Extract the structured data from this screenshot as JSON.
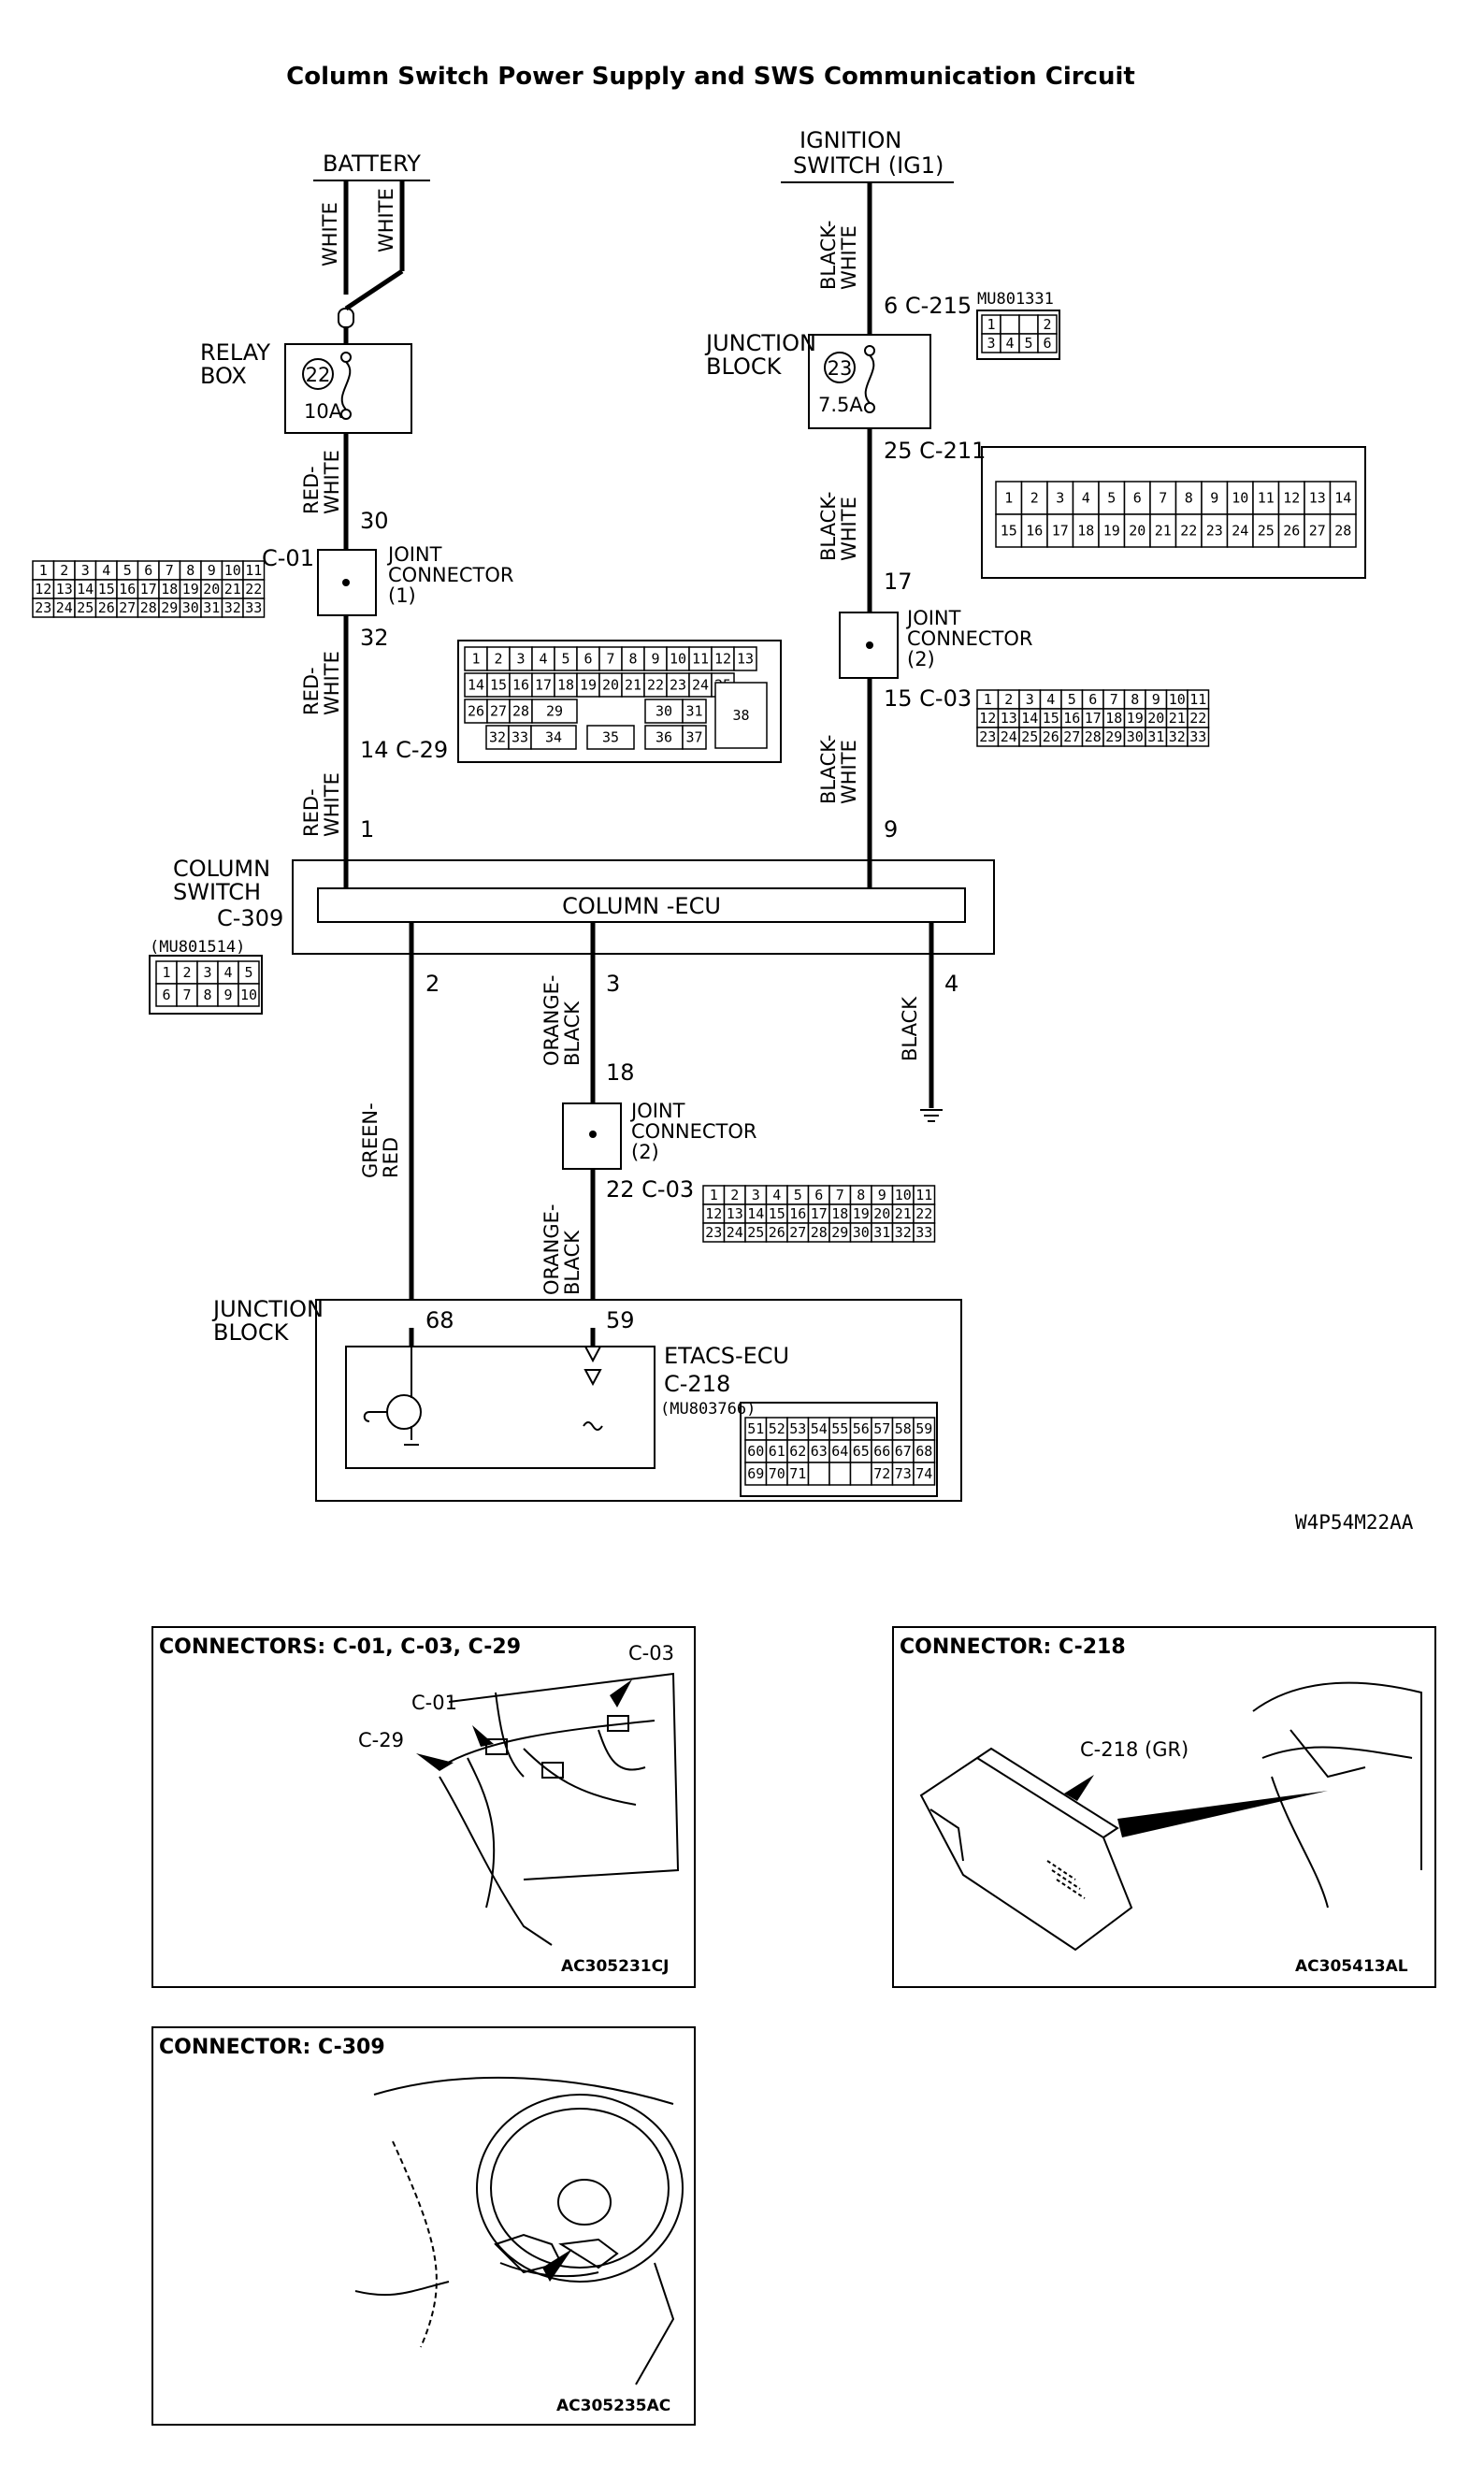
{
  "title": "Column Switch Power Supply and SWS Communication Circuit",
  "diagram_code": "W4P54M22AA",
  "sources": {
    "battery": "BATTERY",
    "ignition_line1": "IGNITION",
    "ignition_line2": "SWITCH (IG1)"
  },
  "wires": {
    "white_a": "WHITE",
    "white_b": "WHITE",
    "black_white_1": [
      "BLACK-",
      "WHITE"
    ],
    "red_white_1": [
      "RED-",
      "WHITE"
    ],
    "red_white_2": [
      "RED-",
      "WHITE"
    ],
    "red_white_3": [
      "RED-",
      "WHITE"
    ],
    "black_white_2": [
      "BLACK-",
      "WHITE"
    ],
    "black_white_3": [
      "BLACK-",
      "WHITE"
    ],
    "green_red": [
      "GREEN-",
      "RED"
    ],
    "orange_black_1": [
      "ORANGE-",
      "BLACK"
    ],
    "orange_black_2": [
      "ORANGE-",
      "BLACK"
    ],
    "black": "BLACK"
  },
  "relay_box": {
    "line1": "RELAY",
    "line2": "BOX",
    "fuse_no": "22",
    "rating": "10A"
  },
  "junction_block_top": {
    "line1": "JUNCTION",
    "line2": "BLOCK",
    "fuse_no": "23",
    "rating": "7.5A",
    "connector_id": "MU801331"
  },
  "pins": {
    "c215": "6 C-215",
    "c211": "25 C-211",
    "p30": "30",
    "c01": "C-01",
    "p32": "32",
    "p17": "17",
    "c03a": "15 C-03",
    "c29": "14 C-29",
    "p1": "1",
    "p9": "9",
    "p2": "2",
    "p3": "3",
    "p4": "4",
    "p18": "18",
    "c03b": "22 C-03",
    "p68": "68",
    "p59": "59"
  },
  "joint_connector_1": {
    "line1": "JOINT",
    "line2": "CONNECTOR",
    "line3": "(1)"
  },
  "joint_connector_2a": {
    "line1": "JOINT",
    "line2": "CONNECTOR",
    "line3": "(2)"
  },
  "joint_connector_2b": {
    "line1": "JOINT",
    "line2": "CONNECTOR",
    "line3": "(2)"
  },
  "column_switch": {
    "line1": "COLUMN",
    "line2": "SWITCH",
    "line3": "C-309",
    "ecu": "COLUMN -ECU",
    "connector_id": "(MU801514)"
  },
  "junction_block_bottom": {
    "line1": "JUNCTION",
    "line2": "BLOCK"
  },
  "etacs": {
    "name": "ETACS-ECU",
    "connector": "C-218",
    "connector_id": "(MU803766)"
  },
  "connector_c215": {
    "rows": [
      [
        "1",
        "",
        "",
        "2"
      ],
      [
        "3",
        "4",
        "5",
        "6"
      ]
    ]
  },
  "connector_c211": {
    "rows": [
      [
        "1",
        "2",
        "3",
        "4",
        "5",
        "6",
        "7",
        "8",
        "9",
        "10",
        "11",
        "12",
        "13",
        "14"
      ],
      [
        "15",
        "16",
        "17",
        "18",
        "19",
        "20",
        "21",
        "22",
        "23",
        "24",
        "25",
        "26",
        "27",
        "28"
      ]
    ]
  },
  "connector_22pin_left": {
    "rows": [
      [
        "1",
        "2",
        "3",
        "4",
        "5",
        "6",
        "7",
        "8",
        "9",
        "10",
        "11"
      ],
      [
        "12",
        "13",
        "14",
        "15",
        "16",
        "17",
        "18",
        "19",
        "20",
        "21",
        "22"
      ],
      [
        "23",
        "24",
        "25",
        "26",
        "27",
        "28",
        "29",
        "30",
        "31",
        "32",
        "33"
      ]
    ]
  },
  "connector_c03_right": {
    "rows": [
      [
        "1",
        "2",
        "3",
        "4",
        "5",
        "6",
        "7",
        "8",
        "9",
        "10",
        "11"
      ],
      [
        "12",
        "13",
        "14",
        "15",
        "16",
        "17",
        "18",
        "19",
        "20",
        "21",
        "22"
      ],
      [
        "23",
        "24",
        "25",
        "26",
        "27",
        "28",
        "29",
        "30",
        "31",
        "32",
        "33"
      ]
    ]
  },
  "connector_c03_bottom": {
    "rows": [
      [
        "1",
        "2",
        "3",
        "4",
        "5",
        "6",
        "7",
        "8",
        "9",
        "10",
        "11"
      ],
      [
        "12",
        "13",
        "14",
        "15",
        "16",
        "17",
        "18",
        "19",
        "20",
        "21",
        "22"
      ],
      [
        "23",
        "24",
        "25",
        "26",
        "27",
        "28",
        "29",
        "30",
        "31",
        "32",
        "33"
      ]
    ]
  },
  "connector_c29": {
    "row1": [
      "1",
      "2",
      "3",
      "4",
      "5",
      "6",
      "7",
      "8",
      "9",
      "10",
      "11",
      "12",
      "13"
    ],
    "row2": [
      "14",
      "15",
      "16",
      "17",
      "18",
      "19",
      "20",
      "21",
      "22",
      "23",
      "24",
      "25"
    ],
    "row3": [
      "26",
      "27",
      "28",
      "29",
      "30",
      "31"
    ],
    "row4": [
      "32",
      "33",
      "34",
      "35",
      "36",
      "37"
    ],
    "big": "38"
  },
  "connector_c309": {
    "rows": [
      [
        "1",
        "2",
        "3",
        "4",
        "5"
      ],
      [
        "6",
        "7",
        "8",
        "9",
        "10"
      ]
    ]
  },
  "connector_c218": {
    "rows": [
      [
        "51",
        "52",
        "53",
        "54",
        "55",
        "56",
        "57",
        "58",
        "59"
      ],
      [
        "60",
        "61",
        "62",
        "63",
        "64",
        "65",
        "66",
        "67",
        "68"
      ],
      [
        "69",
        "70",
        "71",
        "",
        "",
        "",
        "72",
        "73",
        "74"
      ]
    ]
  },
  "panels": {
    "p1_title": "CONNECTORS: C-01, C-03, C-29",
    "p1_c01": "C-01",
    "p1_c03": "C-03",
    "p1_c29": "C-29",
    "p1_code": "AC305231CJ",
    "p2_title": "CONNECTOR: C-218",
    "p2_label": "C-218 (GR)",
    "p2_code": "AC305413AL",
    "p3_title": "CONNECTOR: C-309",
    "p3_code": "AC305235AC"
  }
}
